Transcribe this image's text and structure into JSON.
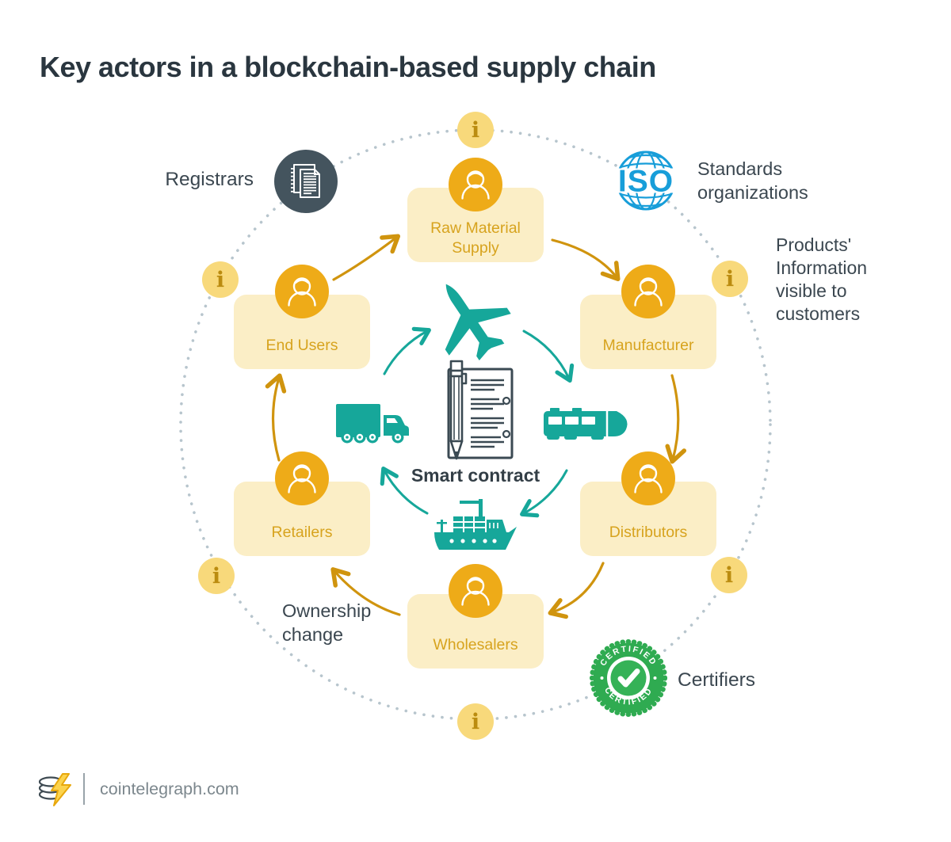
{
  "title": "Key actors in a blockchain-based supply chain",
  "actors": [
    {
      "id": "raw-material-supply",
      "label": "Raw Material Supply"
    },
    {
      "id": "manufacturer",
      "label": "Manufacturer"
    },
    {
      "id": "distributors",
      "label": "Distributors"
    },
    {
      "id": "wholesalers",
      "label": "Wholesalers"
    },
    {
      "id": "retailers",
      "label": "Retailers"
    },
    {
      "id": "end-users",
      "label": "End Users"
    }
  ],
  "center": {
    "label": "Smart contract"
  },
  "annotations": {
    "registrars": "Registrars",
    "standards_organizations": "Standards organizations",
    "products_information": "Products'\nInformation\nvisible to\ncustomers",
    "ownership_change": "Ownership change",
    "certifiers": "Certifiers"
  },
  "badges": {
    "iso_text": "ISO",
    "certified_text": "CERTIFIED",
    "info_glyph": "i"
  },
  "footer": {
    "site": "cointelegraph.com"
  },
  "colors": {
    "teal": "#16a79a",
    "gold_circle": "#eeab18",
    "gold_arrow": "#d0940e",
    "box_bg": "#fbeec6",
    "box_text": "#d7a31e",
    "info_bg": "#f8d97b",
    "info_glyph": "#bb8c10",
    "title_dark": "#2a363f",
    "note_dark": "#3b4750",
    "registrar_slate": "#44545e",
    "iso_blue": "#189ed9",
    "certified_green": "#2fab51",
    "ring_dots": "#b7c5cd"
  }
}
